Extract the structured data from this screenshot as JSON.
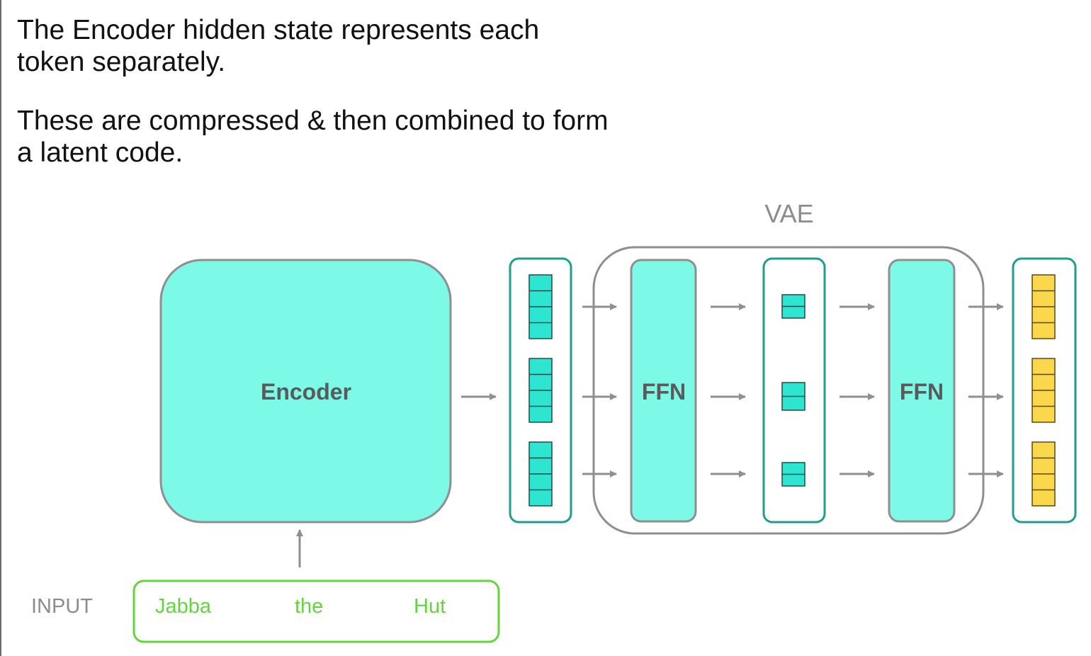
{
  "text": {
    "paragraph_1": "The Encoder hidden state represents each token separately.",
    "paragraph_2": "These are compressed & then combined to form a latent code."
  },
  "diagram": {
    "vae_label": "VAE",
    "encoder_label": "Encoder",
    "ffn_label_1": "FFN",
    "ffn_label_2": "FFN",
    "input_label": "INPUT",
    "tokens": [
      "Jabba",
      "the",
      "Hut"
    ]
  },
  "colors": {
    "encoder_fill": "#7df9e8",
    "vector_fill": "#2ee5d1",
    "container_stroke": "#1e9e8c",
    "latent_output_fill": "#fbd84b",
    "input_green": "#63d43f",
    "gray_stroke": "#8f8f8f"
  }
}
